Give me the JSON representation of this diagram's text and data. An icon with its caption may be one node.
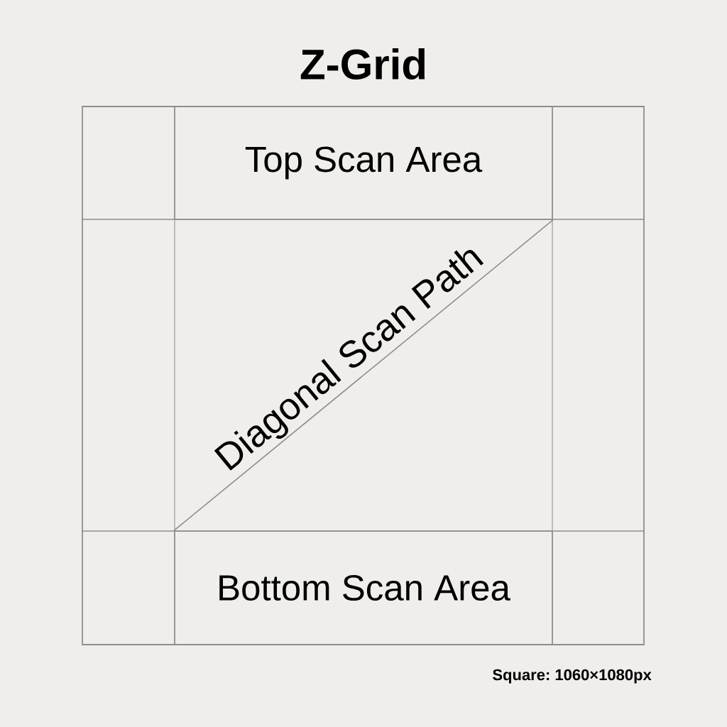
{
  "diagram": {
    "title": "Z-Grid",
    "nodes": [
      {
        "text": [
          "Top Scan Area"
        ]
      },
      {
        "text": [
          "Bottom Scan Area"
        ]
      }
    ],
    "edges": [
      {
        "from": 0,
        "to": 1,
        "arrow": "none",
        "label": "Diagonal Scan Path"
      }
    ],
    "labels": [
      "Square: 1060×1080px"
    ]
  }
}
